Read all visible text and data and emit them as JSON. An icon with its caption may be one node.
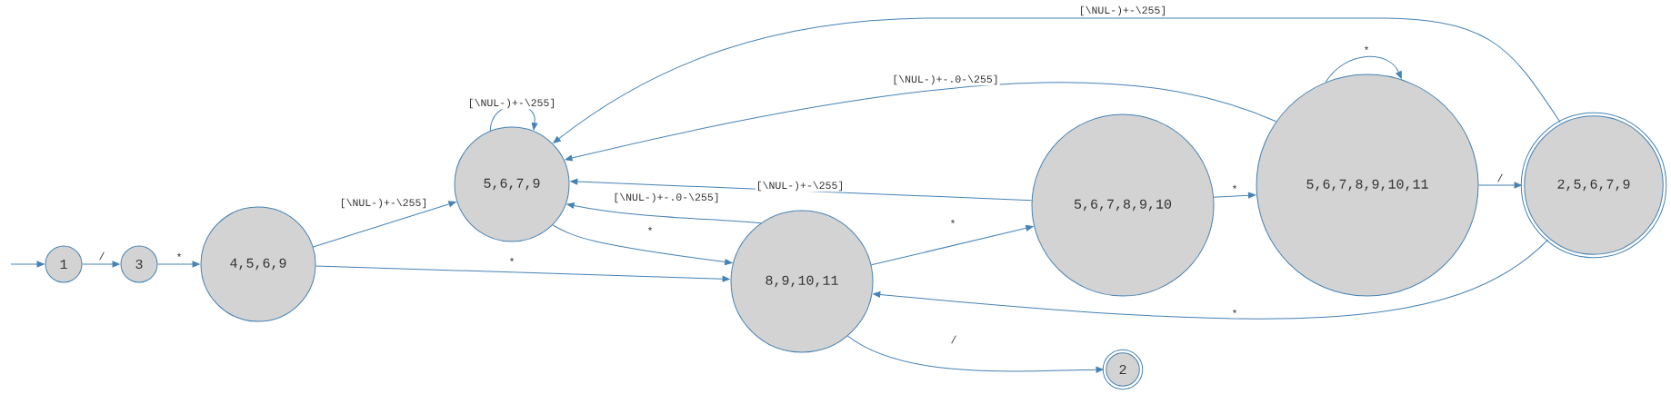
{
  "diagram": {
    "nodes": [
      {
        "text": [
          "1"
        ]
      },
      {
        "text": [
          "3"
        ]
      },
      {
        "text": [
          "4,5,6,9"
        ]
      },
      {
        "text": [
          "5,6,7,9"
        ]
      },
      {
        "text": [
          "8,9,10,11"
        ]
      },
      {
        "text": [
          "5,6,7,8,9,10"
        ]
      },
      {
        "text": [
          "5,6,7,8,9,10,11"
        ]
      },
      {
        "text": [
          "2,5,6,7,9"
        ]
      },
      {
        "text": [
          "2"
        ]
      }
    ],
    "edges": [
      {
        "from": null,
        "to": 0,
        "arrow": "to"
      },
      {
        "from": 0,
        "to": 1,
        "arrow": "to",
        "label": "/"
      },
      {
        "from": 1,
        "to": 2,
        "arrow": "to",
        "label": "*"
      },
      {
        "from": 2,
        "to": 3,
        "arrow": "to",
        "label": "[\\NUL-)+-\\255]"
      },
      {
        "from": 2,
        "to": 4,
        "arrow": "to",
        "label": "*"
      },
      {
        "from": 3,
        "to": 3,
        "arrow": "to",
        "label": "[\\NUL-)+-\\255]"
      },
      {
        "from": 3,
        "to": 4,
        "arrow": "to",
        "label": "*"
      },
      {
        "from": 4,
        "to": 3,
        "arrow": "to",
        "label": "[\\NUL-)+-.0-\\255]"
      },
      {
        "from": 5,
        "to": 3,
        "arrow": "to",
        "label": "[\\NUL-)+-\\255]"
      },
      {
        "from": 4,
        "to": 5,
        "arrow": "to",
        "label": "*"
      },
      {
        "from": 4,
        "to": 8,
        "arrow": "to",
        "label": "/"
      },
      {
        "from": 6,
        "to": 3,
        "arrow": "to",
        "label": "[\\NUL-)+-.0-\\255]"
      },
      {
        "from": 6,
        "to": 6,
        "arrow": "to",
        "label": "*"
      },
      {
        "from": 5,
        "to": 6,
        "arrow": "to",
        "label": "*"
      },
      {
        "from": 6,
        "to": 7,
        "arrow": "to",
        "label": "/"
      },
      {
        "from": 7,
        "to": 3,
        "arrow": "to",
        "label": "[\\NUL-)+-\\255]"
      },
      {
        "from": 7,
        "to": 4,
        "arrow": "to",
        "label": "*"
      }
    ]
  }
}
